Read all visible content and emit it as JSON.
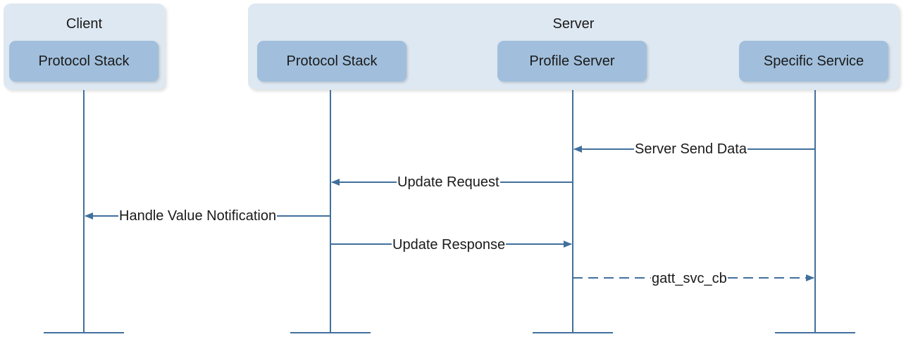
{
  "groups": {
    "client": {
      "title": "Client"
    },
    "server": {
      "title": "Server"
    }
  },
  "participants": [
    {
      "id": "client_stack",
      "label": "Protocol Stack"
    },
    {
      "id": "server_stack",
      "label": "Protocol Stack"
    },
    {
      "id": "profile_server",
      "label": "Profile Server"
    },
    {
      "id": "specific_service",
      "label": "Specific Service"
    }
  ],
  "messages": [
    {
      "label": "Server Send Data",
      "from": "specific_service",
      "to": "profile_server",
      "style": "solid"
    },
    {
      "label": "Update Request",
      "from": "profile_server",
      "to": "server_stack",
      "style": "solid"
    },
    {
      "label": "Handle Value Notification",
      "from": "server_stack",
      "to": "client_stack",
      "style": "solid"
    },
    {
      "label": "Update Response",
      "from": "server_stack",
      "to": "profile_server",
      "style": "solid"
    },
    {
      "label": "gatt_svc_cb",
      "from": "profile_server",
      "to": "specific_service",
      "style": "dashed"
    }
  ],
  "colors": {
    "line": "#41709c",
    "group_fill": "#dee8f2",
    "box_fill": "#a1bfdc"
  }
}
